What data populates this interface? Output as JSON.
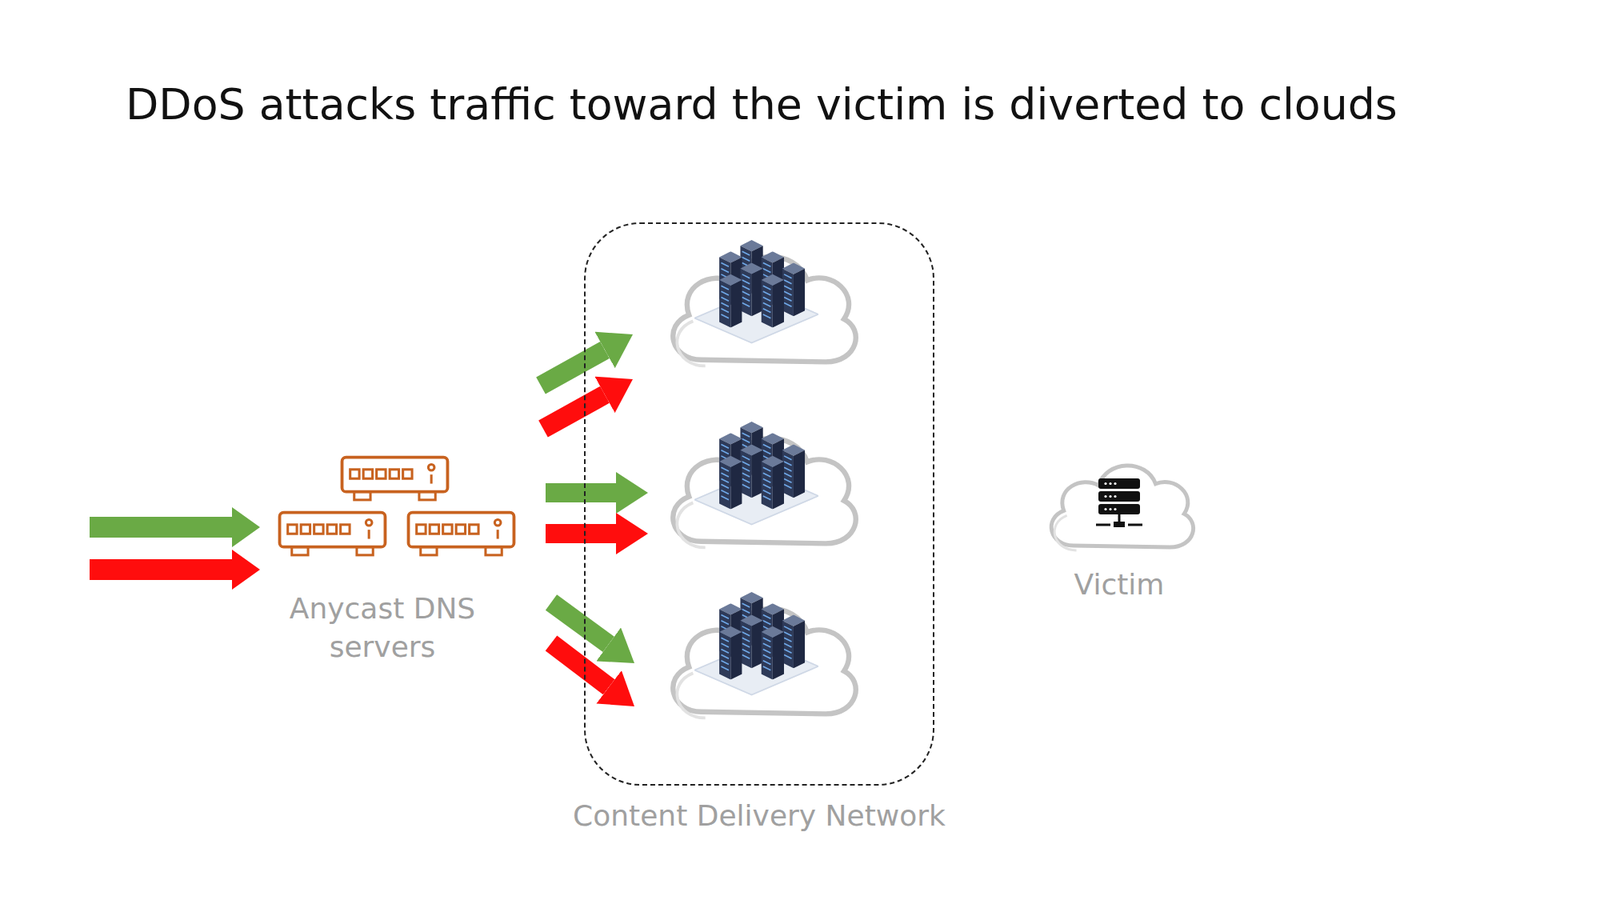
{
  "diagram": {
    "title": "DDoS attacks traffic toward the victim is diverted to clouds",
    "nodes": [
      {
        "text": [
          "Anycast DNS servers"
        ]
      },
      {
        "text": [
          "Content Delivery Network"
        ]
      },
      {
        "text": [
          "Victim"
        ]
      }
    ],
    "edges": [
      {
        "from": 0,
        "to": 1,
        "arrow": "to"
      },
      {
        "from": 0,
        "to": 1,
        "arrow": "to"
      },
      {
        "from": 0,
        "to": 1,
        "arrow": "to"
      },
      {
        "from": 0,
        "to": 1,
        "arrow": "to"
      },
      {
        "from": 0,
        "to": 1,
        "arrow": "to"
      },
      {
        "from": 0,
        "to": 1,
        "arrow": "to"
      }
    ]
  }
}
